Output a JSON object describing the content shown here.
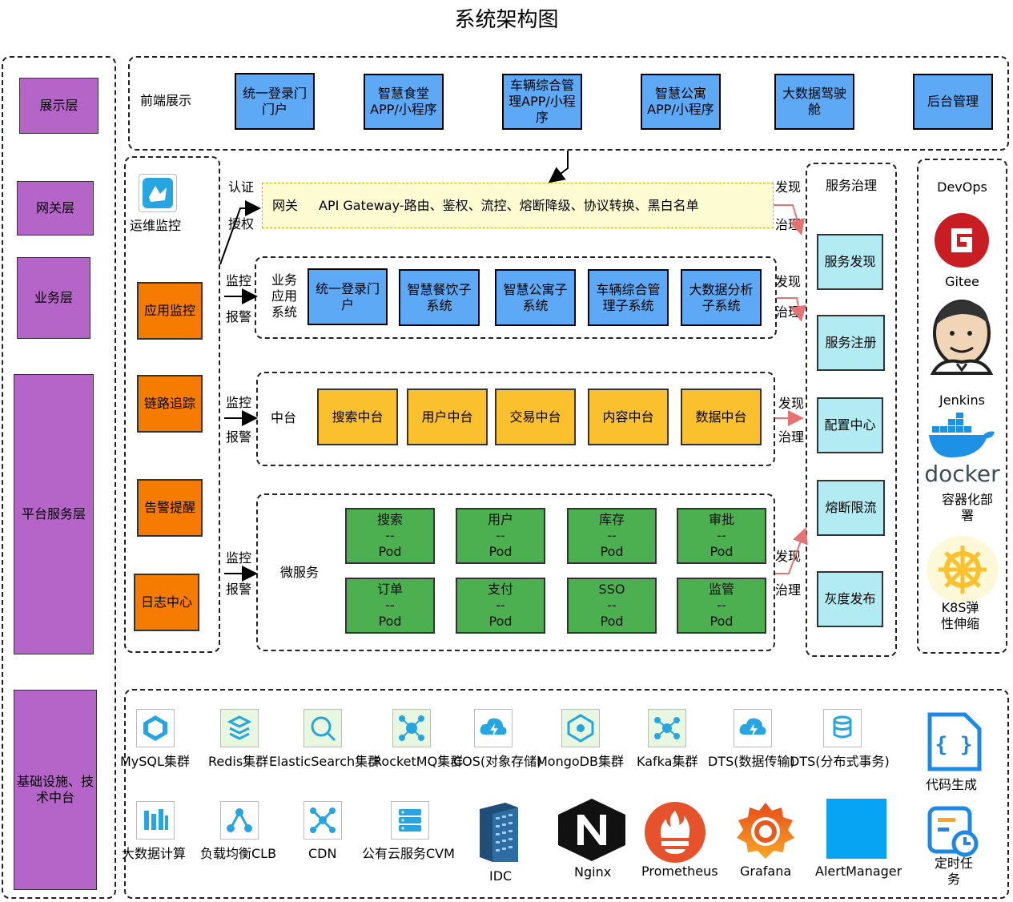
{
  "title": "系统架构图",
  "layers": [
    "展示层",
    "网关层",
    "业务层",
    "平台服务层",
    "基础设施、技术中台"
  ],
  "frontend": {
    "label": "前端展示",
    "apps": [
      "统一登录门门户",
      "智慧食堂APP/小程序",
      "车辆综合管理APP/小程序",
      "智慧公寓APP/小程序",
      "大数据驾驶舱",
      "后台管理"
    ]
  },
  "monitoring": {
    "ops_label": "运维监控",
    "items": [
      "应用监控",
      "链路追踪",
      "告警提醒",
      "日志中心"
    ]
  },
  "arrows": {
    "auth1": "认证",
    "auth2": "授权",
    "monitor": "监控",
    "alarm": "报警",
    "discover": "发现",
    "govern": "治理"
  },
  "gateway": {
    "label": "网关",
    "text": "API Gateway-路由、鉴权、流控、熔断降级、协议转换、黑白名单"
  },
  "business": {
    "label": "业务应用系统",
    "systems": [
      "统一登录门户",
      "智慧餐饮子系统",
      "智慧公寓子系统",
      "车辆综合管理子系统",
      "大数据分析子系统"
    ]
  },
  "middle": {
    "label": "中台",
    "items": [
      "搜索中台",
      "用户中台",
      "交易中台",
      "内容中台",
      "数据中台"
    ]
  },
  "micro": {
    "label": "微服务",
    "sep": "--",
    "pod": "Pod",
    "services": [
      "搜索",
      "用户",
      "库存",
      "审批",
      "订单",
      "支付",
      "SSO",
      "监管"
    ]
  },
  "governance": {
    "label": "服务治理",
    "items": [
      "服务发现",
      "服务注册",
      "配置中心",
      "熔断限流",
      "灰度发布"
    ]
  },
  "devops": {
    "label": "DevOps",
    "gitee": "Gitee",
    "jenkins": "Jenkins",
    "docker_word": "docker",
    "docker": "容器化部署",
    "k8s": "K8S弹性伸缩"
  },
  "infra": {
    "row1": [
      "MySQL集群",
      "Redis集群",
      "ElasticSearch集群",
      "RocketMQ集群",
      "COS(对象存储)",
      "MongoDB集群",
      "Kafka集群",
      "DTS(数据传输)",
      "DTS(分布式事务)"
    ],
    "row2": [
      "大数据计算",
      "负载均衡CLB",
      "CDN",
      "公有云服务CVM",
      "IDC",
      "Nginx",
      "Prometheus",
      "Grafana",
      "AlertManager"
    ],
    "side": [
      "代码生成",
      "定时任务"
    ]
  },
  "colors": {
    "layer": "#b565c8",
    "blue": "#5ea9f5",
    "orange": "#f57c00",
    "yellow": "#fbc02d",
    "green": "#4caf50",
    "cyan": "#b2ebf2",
    "gateway": "#fdfbd1",
    "icon_bg": "#e8f8e0",
    "icon_cyan": "#26a5e0"
  }
}
